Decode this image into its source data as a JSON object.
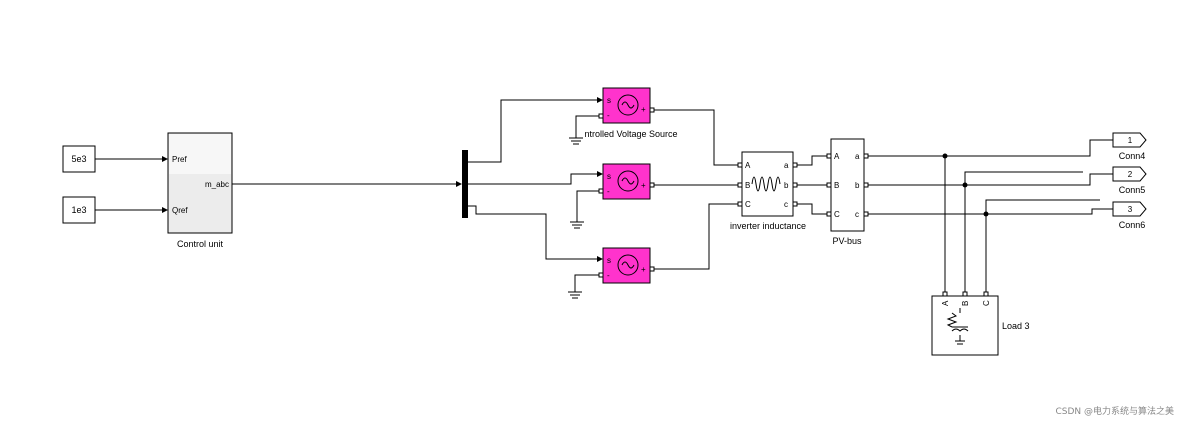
{
  "constants": [
    {
      "value": "5e3"
    },
    {
      "value": "1e3"
    }
  ],
  "control_unit": {
    "name": "Control unit",
    "inputs": [
      "Pref",
      "Qref"
    ],
    "output": "m_abc"
  },
  "voltage_source": {
    "label": "ntrolled Voltage Source",
    "port_s": "s",
    "port_plus": "+",
    "port_minus": "-"
  },
  "inverter_inductance": {
    "name": "inverter inductance",
    "left_ports": [
      "A",
      "B",
      "C"
    ],
    "right_ports": [
      "a",
      "b",
      "c"
    ]
  },
  "pv_bus": {
    "name": "PV-bus",
    "left_ports": [
      "A",
      "B",
      "C"
    ],
    "right_ports": [
      "a",
      "b",
      "c"
    ]
  },
  "connectors": [
    {
      "num": "1",
      "name": "Conn4"
    },
    {
      "num": "2",
      "name": "Conn5"
    },
    {
      "num": "3",
      "name": "Conn6"
    }
  ],
  "load": {
    "name": "Load 3",
    "ports": [
      "A",
      "B",
      "C"
    ]
  },
  "watermark": "CSDN @电力系统与算法之美"
}
